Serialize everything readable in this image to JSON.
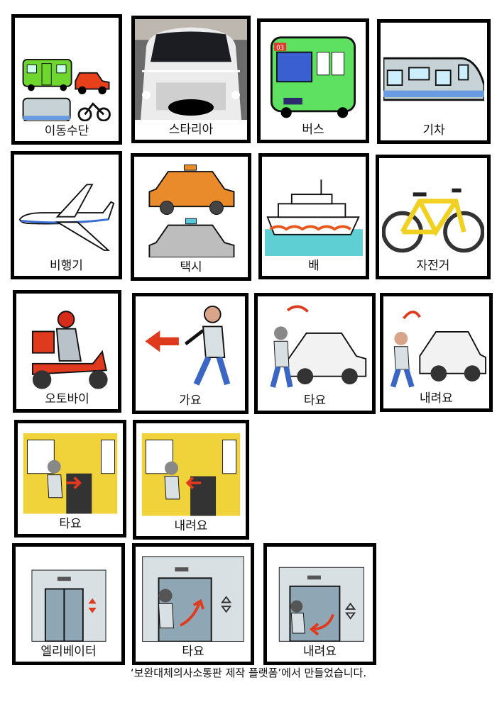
{
  "cards": [
    {
      "label": "이동수단",
      "icon": "transportation-icon"
    },
    {
      "label": "스타리아",
      "icon": "staria-van-photo"
    },
    {
      "label": "버스",
      "icon": "bus-icon"
    },
    {
      "label": "기차",
      "icon": "train-icon"
    },
    {
      "label": "비행기",
      "icon": "airplane-icon"
    },
    {
      "label": "택시",
      "icon": "taxi-icon"
    },
    {
      "label": "배",
      "icon": "ship-icon"
    },
    {
      "label": "자전거",
      "icon": "bicycle-icon"
    },
    {
      "label": "오토바이",
      "icon": "motorcycle-icon"
    },
    {
      "label": "가요",
      "icon": "walking-left-icon"
    },
    {
      "label": "타요",
      "icon": "get-in-car-icon"
    },
    {
      "label": "내려요",
      "icon": "get-out-car-icon"
    },
    {
      "label": "타요",
      "icon": "get-on-bus-icon"
    },
    {
      "label": "내려요",
      "icon": "get-off-bus-icon"
    },
    {
      "label": "엘리베이터",
      "icon": "elevator-icon"
    },
    {
      "label": "타요",
      "icon": "enter-elevator-icon"
    },
    {
      "label": "내려요",
      "icon": "exit-elevator-icon"
    }
  ],
  "bus_number": "03",
  "footer": "‘보완대체의사소통판 제작 플랫폼’에서 만들었습니다."
}
